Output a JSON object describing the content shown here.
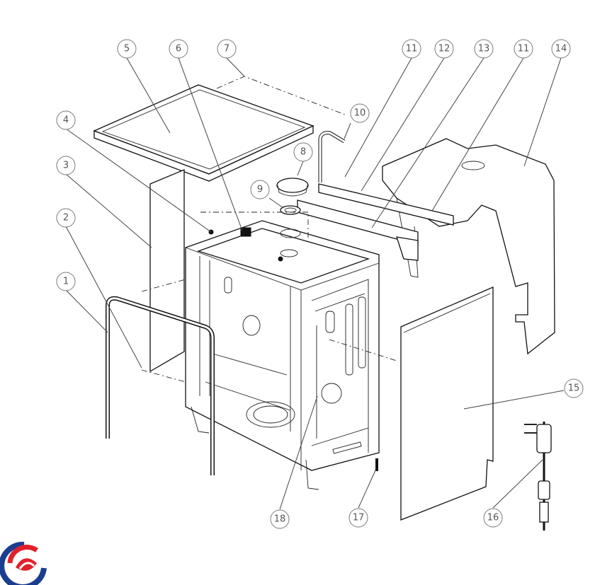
{
  "diagram": {
    "callouts": [
      {
        "id": "c1",
        "text": "1"
      },
      {
        "id": "c2",
        "text": "2"
      },
      {
        "id": "c3",
        "text": "3"
      },
      {
        "id": "c4",
        "text": "4"
      },
      {
        "id": "c5",
        "text": "5"
      },
      {
        "id": "c6",
        "text": "6"
      },
      {
        "id": "c7",
        "text": "7"
      },
      {
        "id": "c8",
        "text": "8"
      },
      {
        "id": "c9",
        "text": "9"
      },
      {
        "id": "c10",
        "text": "10"
      },
      {
        "id": "c11a",
        "text": "11"
      },
      {
        "id": "c12",
        "text": "12"
      },
      {
        "id": "c13",
        "text": "13"
      },
      {
        "id": "c11b",
        "text": "11"
      },
      {
        "id": "c14",
        "text": "14"
      },
      {
        "id": "c15",
        "text": "15"
      },
      {
        "id": "c16",
        "text": "16"
      },
      {
        "id": "c17",
        "text": "17"
      },
      {
        "id": "c18",
        "text": "18"
      }
    ],
    "logo": {
      "name": "brand-logo",
      "colors": [
        "#1c3e8f",
        "#e0202a"
      ]
    }
  }
}
